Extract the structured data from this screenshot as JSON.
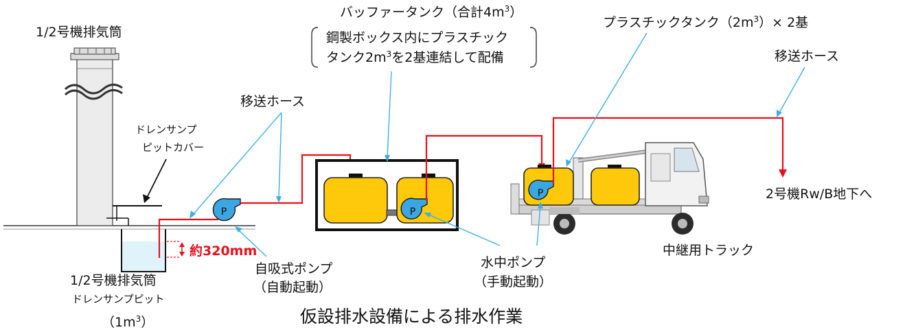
{
  "title": "仮設排水設備による排水作業",
  "labels": {
    "chimney": "1/2号機排気筒",
    "buffer_tank": "バッファータンク（合計4m",
    "buffer_tank_sup": "3",
    "buffer_tank_end": "）",
    "buffer_note_line1": "鋼製ボックス内にプラスチック",
    "buffer_note_line2_a": "タンク2m",
    "buffer_note_line2_sup": "3",
    "buffer_note_line2_b": "を2基連結して配備",
    "plastic_tank": "プラスチックタンク（2m",
    "plastic_tank_sup": "3",
    "plastic_tank_end": "）× 2基",
    "hose_left": "移送ホース",
    "hose_right": "移送ホース",
    "drain_cover_line1": "ドレンサンプ",
    "drain_cover_line2": "ピットカバー",
    "depth": "約320mm",
    "self_priming_pump_line1": "自吸式ポンプ",
    "self_priming_pump_line2": "（自動起動）",
    "submersible_pump_line1": "水中ポンプ",
    "submersible_pump_line2": "（手動起動）",
    "relay_truck": "中継用トラック",
    "destination": "2号機Rw/B地下へ",
    "pit_line1": "1/2号機排気筒",
    "pit_line2": "ドレンサンプピット",
    "pit_line3_a": "（1m",
    "pit_line3_sup": "3",
    "pit_line3_b": "）",
    "pump_letter": "P"
  },
  "colors": {
    "pipe": "#e8101a",
    "leader": "#3ab0e6",
    "tank": "#ffc90b",
    "pump": "#3aa6e2",
    "water": "#dff3fb"
  }
}
